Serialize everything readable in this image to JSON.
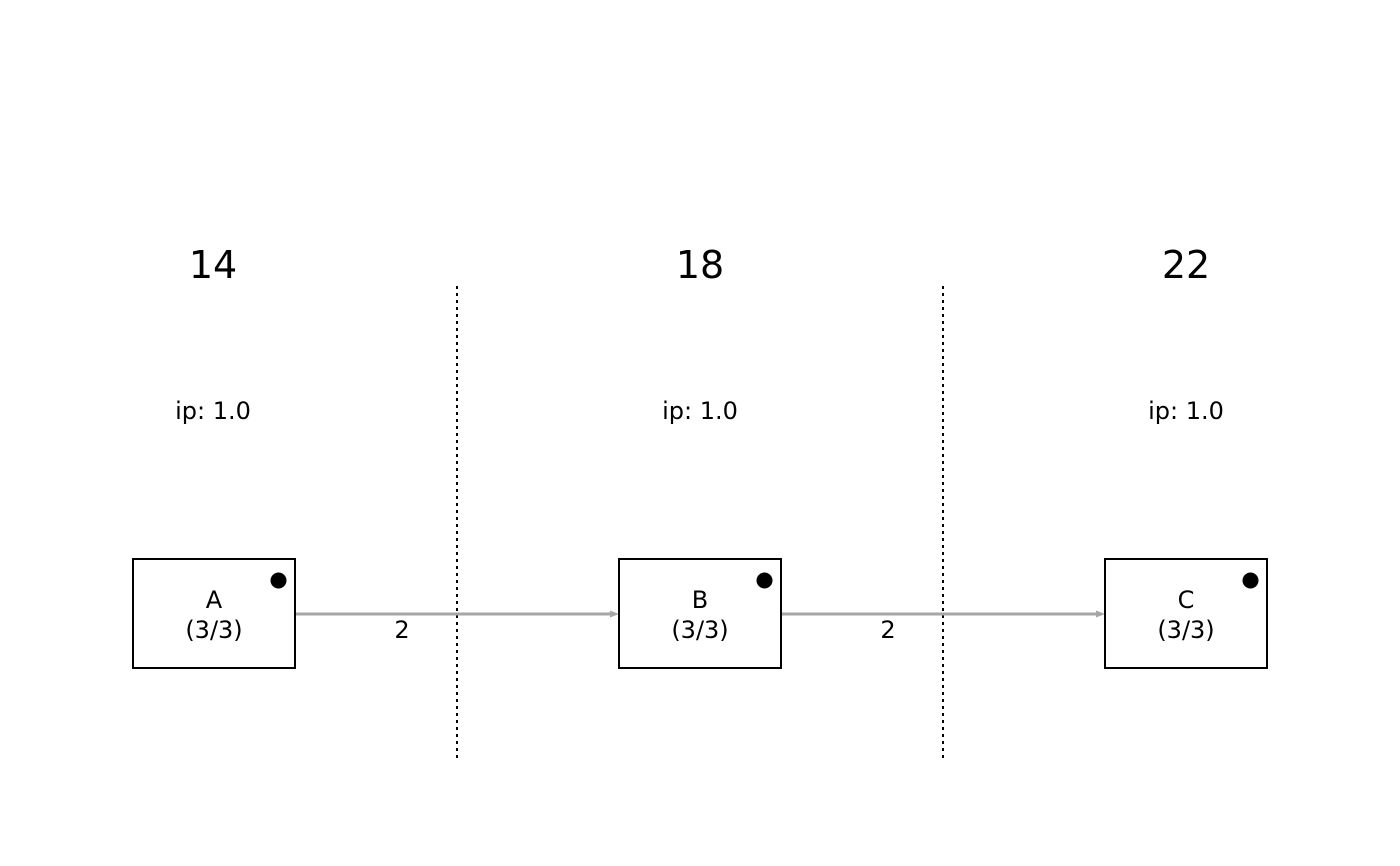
{
  "columns": [
    {
      "title": "14",
      "ip": "ip: 1.0",
      "node": {
        "name": "A",
        "count": "(3/3)"
      }
    },
    {
      "title": "18",
      "ip": "ip: 1.0",
      "node": {
        "name": "B",
        "count": "(3/3)"
      }
    },
    {
      "title": "22",
      "ip": "ip: 1.0",
      "node": {
        "name": "C",
        "count": "(3/3)"
      }
    }
  ],
  "edges": [
    {
      "from": "A",
      "to": "B",
      "label": "2"
    },
    {
      "from": "B",
      "to": "C",
      "label": "2"
    }
  ],
  "colors": {
    "edge": "#a6a6a6",
    "stroke": "#000000",
    "background": "#ffffff"
  }
}
